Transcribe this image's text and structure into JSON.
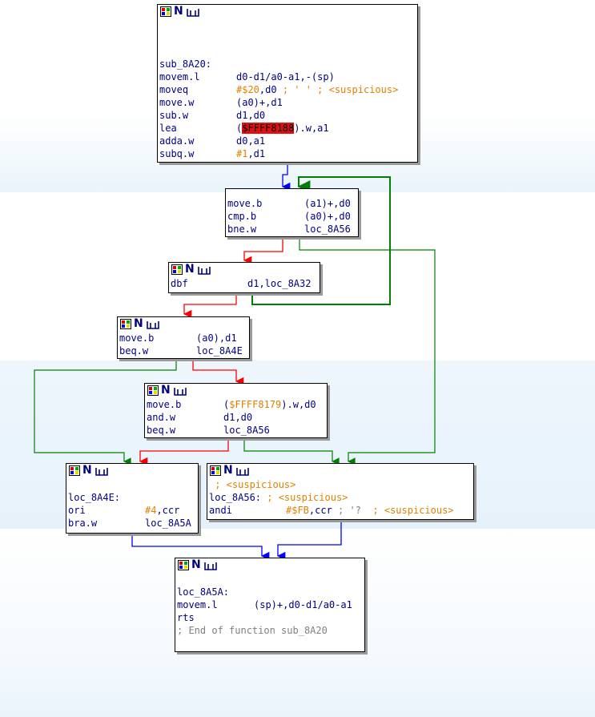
{
  "blocks": [
    {
      "id": "b0",
      "lines": [
        {
          "label": "sub_8A20:"
        },
        {
          "m": "movem.l",
          "o": "d0-d1/a0-a1,-(sp)"
        },
        {
          "m": "moveq",
          "o": "#$20,d0 ; ' ' ; <suspicious>"
        },
        {
          "m": "move.w",
          "o": "(a0)+,d1"
        },
        {
          "m": "sub.w",
          "o": "d1,d0"
        },
        {
          "m": "lea",
          "o": "($FFFF8188).w,a1"
        },
        {
          "m": "adda.w",
          "o": "d0,a1"
        },
        {
          "m": "subq.w",
          "o": "#1,d1"
        }
      ]
    },
    {
      "id": "b1",
      "lines": [
        {
          "m": "move.b",
          "o": "(a1)+,d0"
        },
        {
          "m": "cmp.b",
          "o": "(a0)+,d0"
        },
        {
          "m": "bne.w",
          "o": "loc_8A56"
        }
      ]
    },
    {
      "id": "b2",
      "lines": [
        {
          "m": "dbf",
          "o": "d1,loc_8A32"
        }
      ]
    },
    {
      "id": "b3",
      "lines": [
        {
          "m": "move.b",
          "o": "(a0),d1"
        },
        {
          "m": "beq.w",
          "o": "loc_8A4E"
        }
      ]
    },
    {
      "id": "b4",
      "lines": [
        {
          "m": "move.b",
          "o": "($FFFF8179).w,d0"
        },
        {
          "m": "and.w",
          "o": "d1,d0"
        },
        {
          "m": "beq.w",
          "o": "loc_8A56"
        }
      ]
    },
    {
      "id": "b5",
      "lines": [
        {
          "label": "loc_8A4E:"
        },
        {
          "m": "ori",
          "o": "#4,ccr"
        },
        {
          "m": "bra.w",
          "o": "loc_8A5A"
        }
      ]
    },
    {
      "id": "b6",
      "lines": [
        {
          "label": " ; <suspicious>"
        },
        {
          "label": "loc_8A56: ; <suspicious>"
        },
        {
          "m": "andi",
          "o": "#$FB,ccr ; '?  ; <suspicious>"
        }
      ]
    },
    {
      "id": "b7",
      "lines": [
        {
          "label": "loc_8A5A:"
        },
        {
          "m": "movem.l",
          "o": "(sp)+,d0-d1/a0-a1"
        },
        {
          "m": "rts",
          "o": ""
        },
        {
          "label": "; End of function sub_8A20"
        }
      ]
    }
  ],
  "colors": {
    "flow": "#0000ff",
    "taken": "#008000",
    "not_taken": "#ff0000",
    "code": "#000080",
    "immediate": "#e08000"
  },
  "icons": {
    "graph": "block-graph-icon",
    "node": "node-icon",
    "width": "width-icon"
  }
}
